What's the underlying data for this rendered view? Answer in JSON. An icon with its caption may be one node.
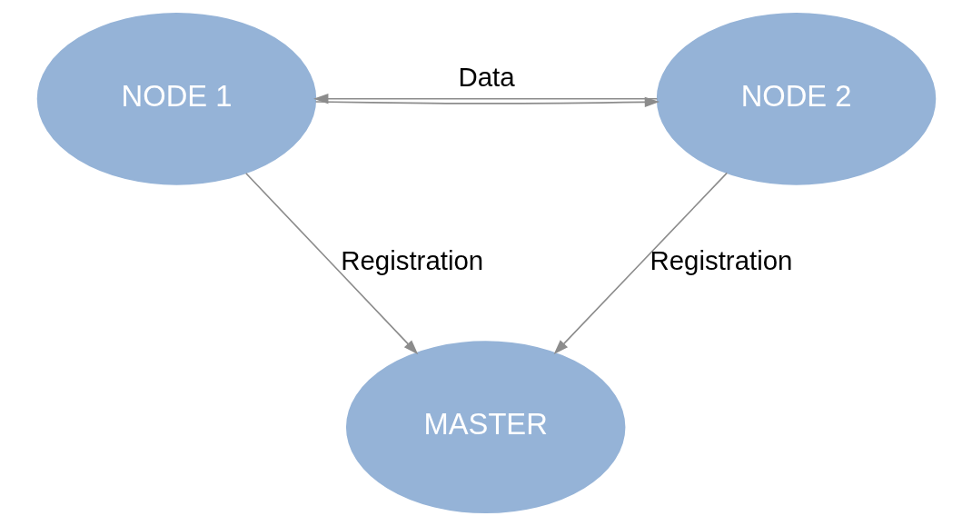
{
  "diagram": {
    "nodes": [
      {
        "text": [
          "MASTER"
        ]
      },
      {
        "text": [
          "NODE 1"
        ]
      },
      {
        "text": [
          "NODE 2"
        ]
      }
    ],
    "edges": [
      {
        "from": 1,
        "to": 0,
        "arrow": "to",
        "label": "Registration"
      },
      {
        "from": 2,
        "to": 0,
        "arrow": "to",
        "label": "Registration"
      },
      {
        "from": 1,
        "to": 2,
        "arrow": "to"
      },
      {
        "from": 2,
        "to": 1,
        "arrow": "to",
        "label": "Data"
      }
    ]
  }
}
